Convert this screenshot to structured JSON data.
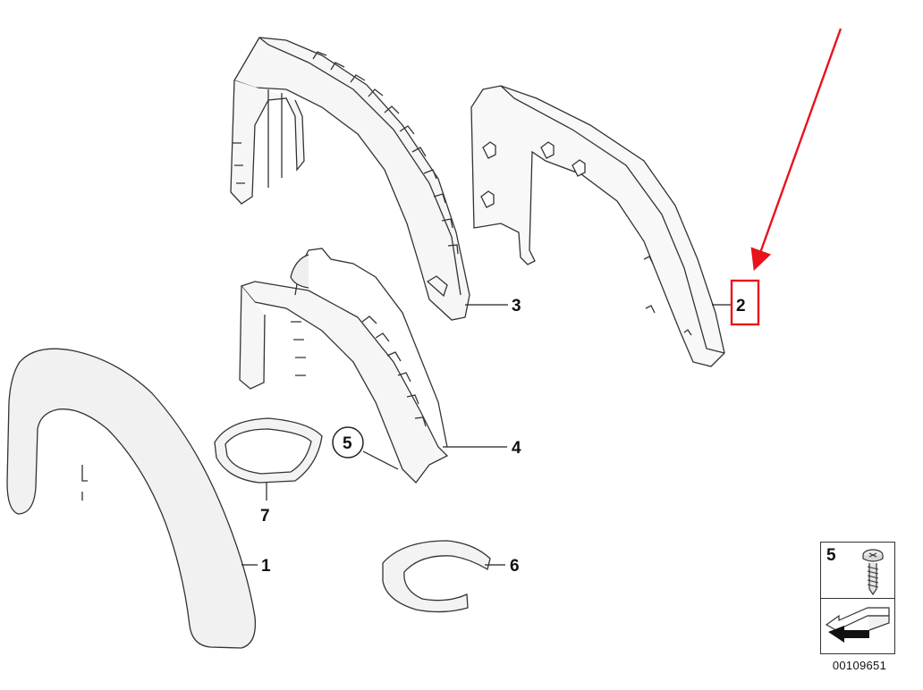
{
  "diagram": {
    "callouts": [
      {
        "id": "1",
        "label": "1"
      },
      {
        "id": "2",
        "label": "2",
        "highlighted": true
      },
      {
        "id": "3",
        "label": "3"
      },
      {
        "id": "4",
        "label": "4"
      },
      {
        "id": "5",
        "label": "5",
        "circled": true
      },
      {
        "id": "6",
        "label": "6"
      },
      {
        "id": "7",
        "label": "7"
      }
    ],
    "legend": {
      "part_label": "5",
      "part_icon": "screw-icon",
      "orientation_icon": "view-arrow-icon"
    },
    "document_number": "00109651",
    "highlight_color": "#e8131b",
    "arrow_color": "#e8131b"
  }
}
